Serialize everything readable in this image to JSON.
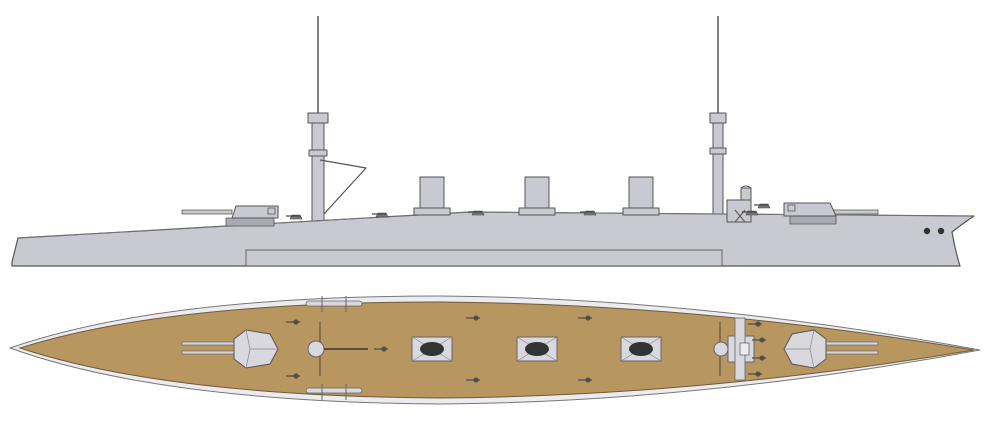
{
  "diagram": {
    "subject": "warship",
    "views": [
      {
        "id": "profile-view",
        "kind": "side elevation"
      },
      {
        "id": "plan-view",
        "kind": "deck plan"
      }
    ]
  },
  "colors": {
    "hull": "#c9c9d1",
    "hull_dark": "#a9a9b3",
    "outline": "#555555",
    "deck": "#b8965f",
    "deck_outline": "#6e5a3a",
    "ink": "#333333",
    "background": "#ffffff"
  },
  "parts": {
    "masts": 2,
    "funnels": 3,
    "main_turrets": 2,
    "portholes": 2
  }
}
